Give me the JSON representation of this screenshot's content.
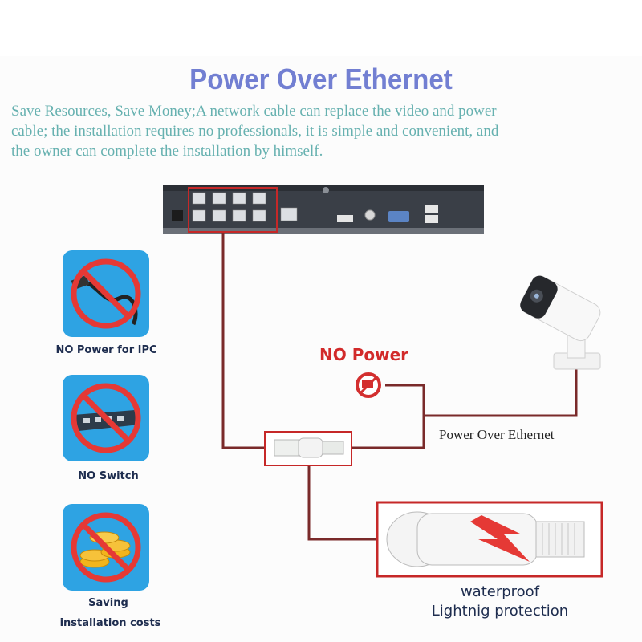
{
  "title": "Power Over Ethernet",
  "intro": {
    "line1": "Save Resources, Save Money;A network cable can replace the video and power",
    "line2": "cable; the installation requires no professionals, it is simple and convenient, and",
    "line3": "the owner can complete the installation by himself."
  },
  "left_items": [
    {
      "label": "NO Power for IPC",
      "icon": "power-cable-icon"
    },
    {
      "label": "NO Switch",
      "icon": "network-switch-icon"
    },
    {
      "label_line1": "Saving",
      "label_line2": "installation costs",
      "icon": "coins-icon"
    }
  ],
  "diagram": {
    "no_power_label": "NO Power",
    "poe_label": "Power Over Ethernet",
    "protection_line1": "waterproof",
    "protection_line2": "Lightnig protection"
  },
  "colors": {
    "title": "#2c3fbf",
    "intro_text": "#1a8c8a",
    "cable": "#7a2a2a",
    "highlight_box": "#c62828",
    "icon_bg": "#2ea3e3",
    "prohibit": "#e53935"
  }
}
